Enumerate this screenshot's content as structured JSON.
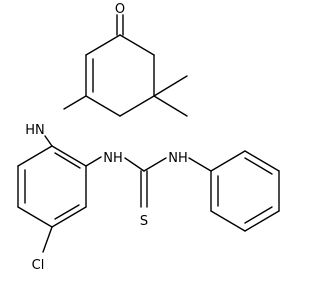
{
  "molecule": {
    "labels": {
      "oxygen": "O",
      "nh_enamine": "HN",
      "nh_aryl": "NH",
      "nh_phenyl": "NH",
      "sulfur": "S",
      "chlorine": "Cl"
    }
  }
}
